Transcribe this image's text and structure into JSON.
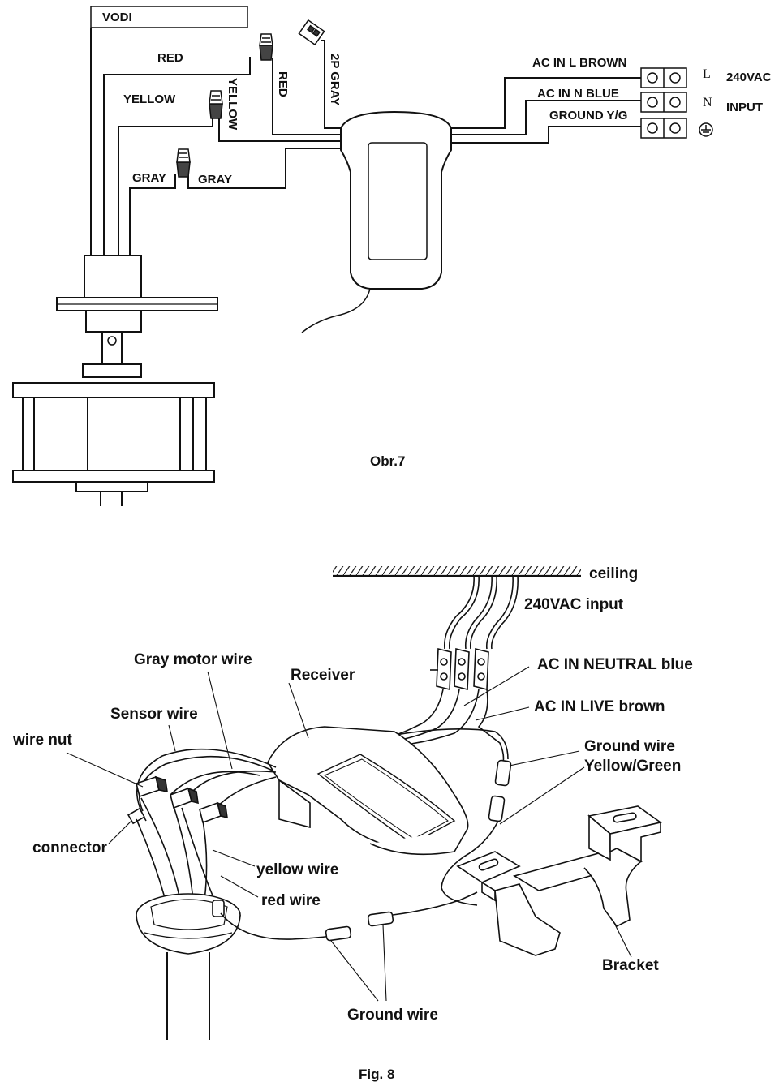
{
  "fig7": {
    "box_label": "VODI",
    "red_left": "RED",
    "yellow_left": "YELLOW",
    "gray_left": "GRAY",
    "gray_right": "GRAY",
    "yellow_vertical": "YELLOW",
    "red_vertical": "RED",
    "gray_2p_vertical": "2P GRAY",
    "ac_l": "AC IN L BROWN",
    "ac_n": "AC IN N BLUE",
    "ground": "GROUND Y/G",
    "term_l": "L",
    "term_n": "N",
    "vac": "240VAC",
    "input": "INPUT",
    "caption": "Obr.7"
  },
  "fig8": {
    "ceiling": "ceiling",
    "vac_input": "240VAC input",
    "neutral": "AC IN NEUTRAL blue",
    "live": "AC IN LIVE brown",
    "ground_wire_top": "Ground wire",
    "yellow_green": "Yellow/Green",
    "gray_motor": "Gray motor wire",
    "receiver": "Receiver",
    "sensor": "Sensor wire",
    "wire_nut": "wire nut",
    "connector": "connector",
    "yellow_wire": "yellow wire",
    "red_wire": "red wire",
    "bracket": "Bracket",
    "ground_wire_bottom": "Ground wire",
    "caption": "Fig. 8"
  }
}
